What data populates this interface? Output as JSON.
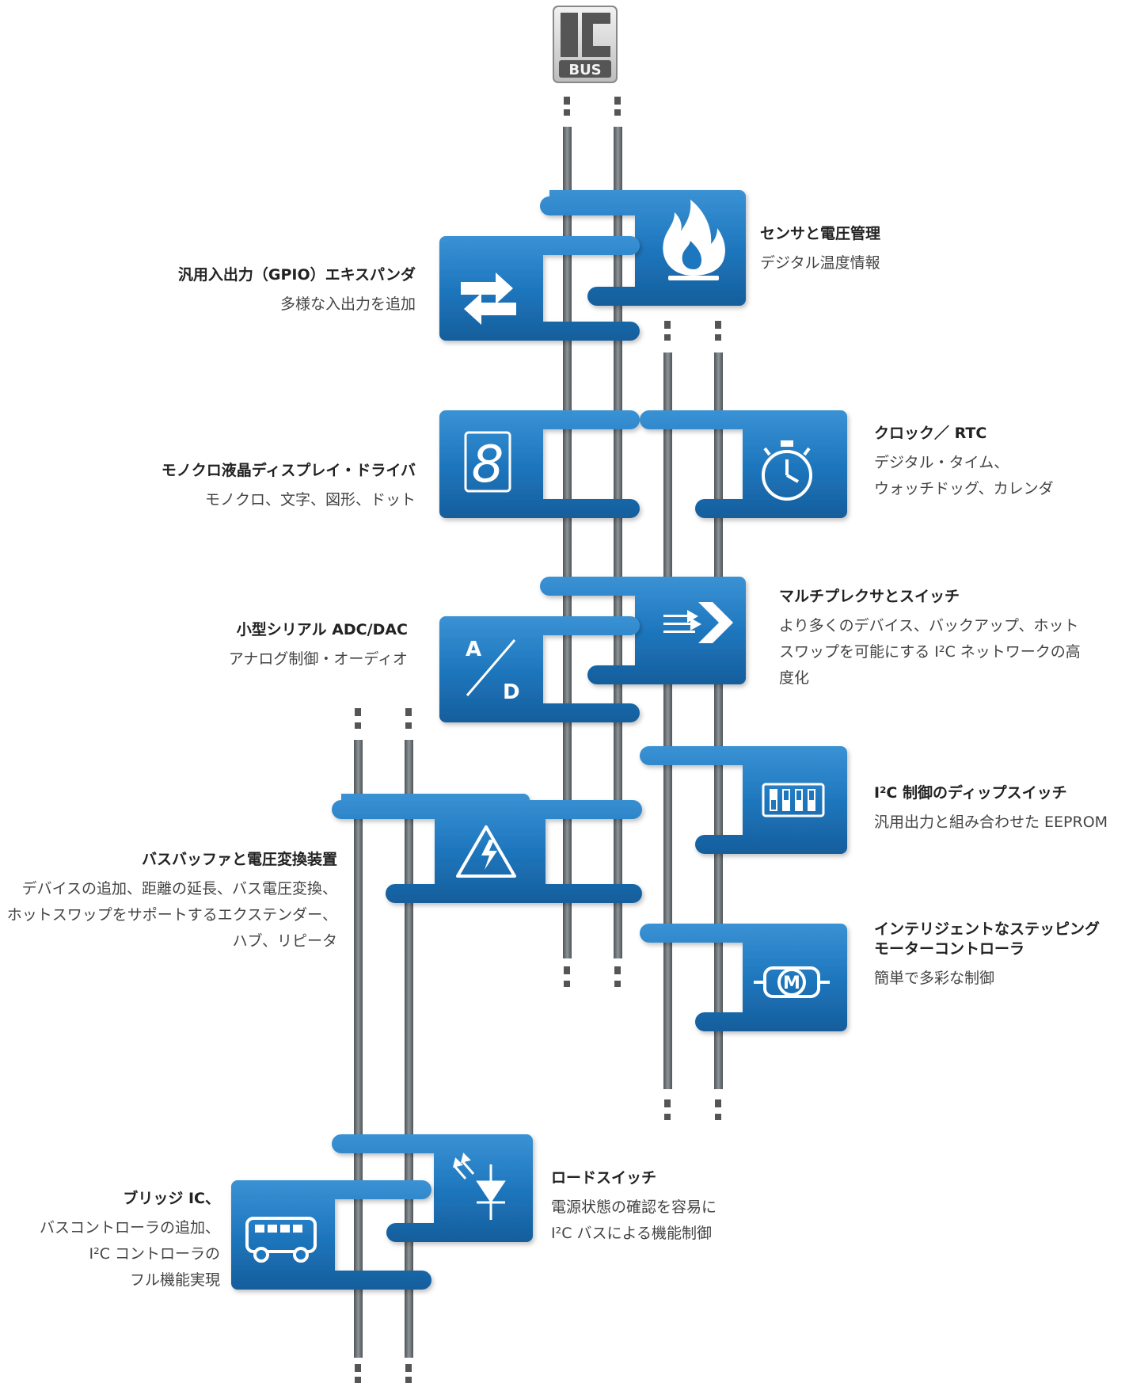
{
  "logo": {
    "line1": "I²C",
    "line2": "BUS"
  },
  "modules": [
    {
      "id": "sensor",
      "icon": "flame-icon",
      "title": "センサと電圧管理",
      "lines": [
        "デジタル温度情報"
      ]
    },
    {
      "id": "gpio",
      "icon": "arrows-swap-icon",
      "title": "汎用入出力（GPIO）エキスパンダ",
      "lines": [
        "多様な入出力を追加"
      ]
    },
    {
      "id": "lcd",
      "icon": "seven-segment-icon",
      "title": "モノクロ液晶ディスプレイ・ドライバ",
      "lines": [
        "モノクロ、文字、図形、ドット"
      ]
    },
    {
      "id": "rtc",
      "icon": "stopwatch-icon",
      "title": "クロック／ RTC",
      "lines": [
        "デジタル・タイム、",
        "ウォッチドッグ、カレンダ"
      ]
    },
    {
      "id": "adc",
      "icon": "ad-converter-icon",
      "title": "小型シリアル ADC/DAC",
      "lines": [
        "アナログ制御・オーディオ"
      ]
    },
    {
      "id": "mux",
      "icon": "multiplexer-icon",
      "title": "マルチプレクサとスイッチ",
      "lines": [
        "より多くのデバイス、バックアップ、ホット",
        "スワップを可能にする I²C ネットワークの高",
        "度化"
      ]
    },
    {
      "id": "dip",
      "icon": "dip-switch-icon",
      "title": "I²C 制御のディップスイッチ",
      "lines": [
        "汎用出力と組み合わせた EEPROM"
      ]
    },
    {
      "id": "buffer",
      "icon": "high-voltage-icon",
      "title": "バスバッファと電圧変換装置",
      "lines": [
        "デバイスの追加、距離の延長、バス電圧変換、",
        "ホットスワップをサポートするエクステンダー、",
        "ハブ、リピータ"
      ]
    },
    {
      "id": "motor",
      "icon": "motor-icon",
      "title": "インテリジェントなステッピング",
      "title2": "モーターコントローラ",
      "lines": [
        "簡単で多彩な制御"
      ]
    },
    {
      "id": "load",
      "icon": "diode-icon",
      "title": "ロードスイッチ",
      "lines": [
        "電源状態の確認を容易に",
        "I²C バスによる機能制御"
      ]
    },
    {
      "id": "bridge",
      "icon": "bus-icon",
      "title": "ブリッジ IC、",
      "lines": [
        "バスコントローラの追加、",
        "I²C コントローラの",
        "フル機能実現"
      ]
    }
  ],
  "colors": {
    "module": "#1f77be",
    "module_dark": "#155a94",
    "bus": "#6d7478",
    "bus_light": "#9aa1a5"
  }
}
